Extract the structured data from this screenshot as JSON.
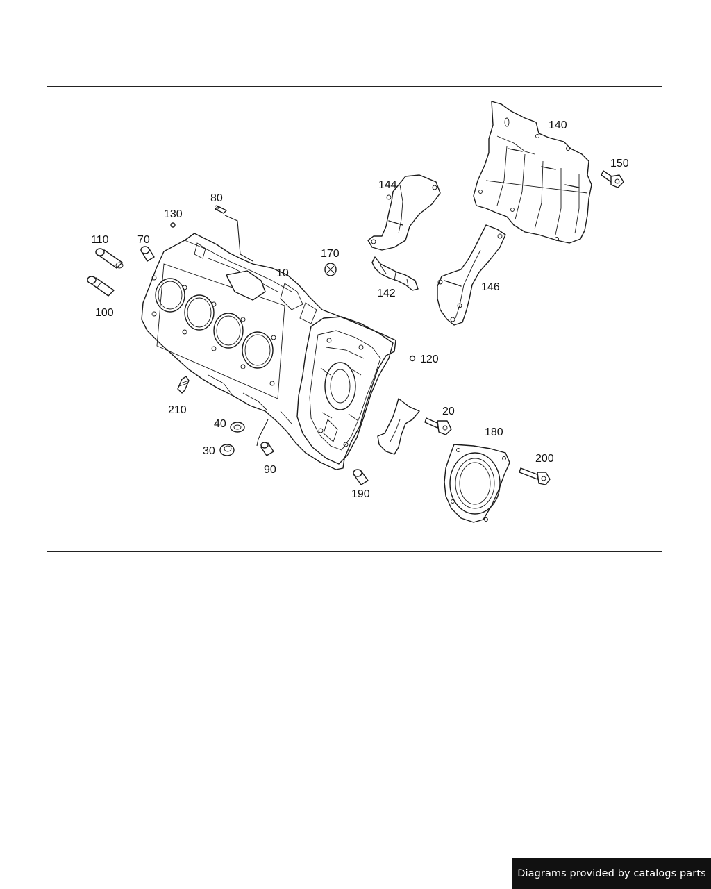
{
  "diagram": {
    "part_labels": {
      "p10": "10",
      "p20": "20",
      "p30": "30",
      "p40": "40",
      "p70": "70",
      "p80": "80",
      "p90": "90",
      "p100": "100",
      "p110": "110",
      "p120": "120",
      "p130": "130",
      "p140": "140",
      "p142": "142",
      "p144": "144",
      "p146": "146",
      "p150": "150",
      "p170": "170",
      "p180": "180",
      "p190": "190",
      "p200": "200",
      "p210": "210"
    }
  },
  "footer": {
    "credit": "Diagrams provided by catalogs parts"
  }
}
